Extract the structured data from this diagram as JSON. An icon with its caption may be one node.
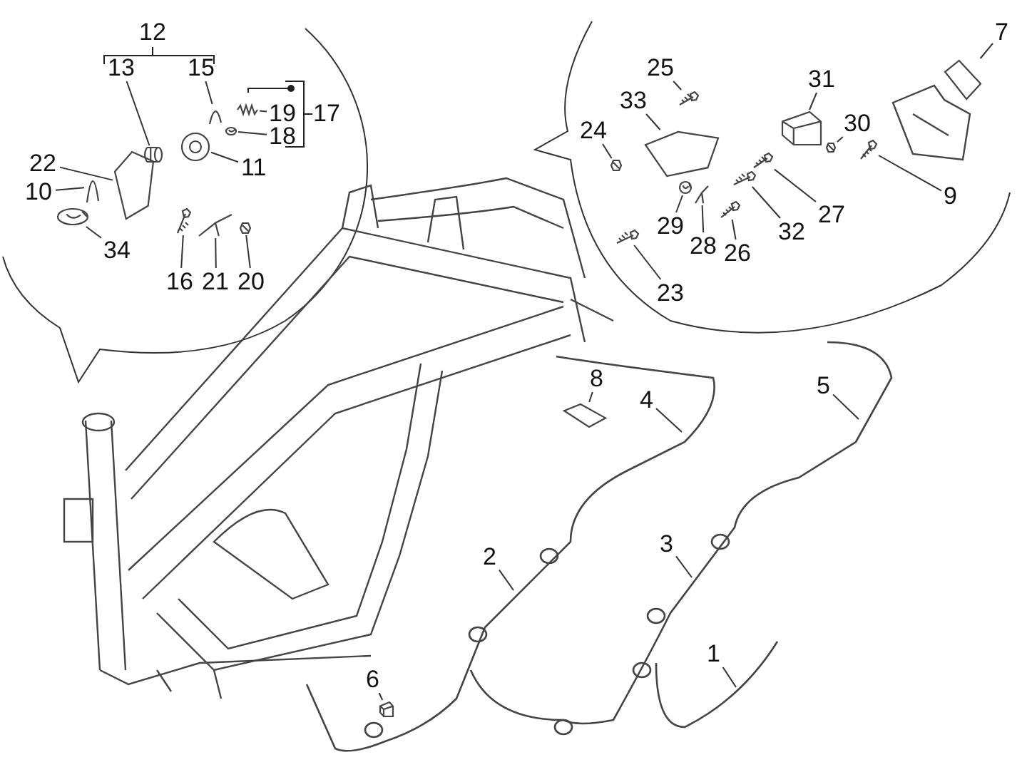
{
  "diagram": {
    "nodes": [
      {
        "text": [
          "13"
        ]
      },
      {
        "text": [
          "15"
        ]
      },
      {
        "text": [
          "19"
        ]
      },
      {
        "text": [
          "18"
        ]
      },
      {
        "text": [
          "11"
        ]
      },
      {
        "text": [
          "22"
        ]
      },
      {
        "text": [
          "10"
        ]
      },
      {
        "text": [
          "34"
        ]
      },
      {
        "text": [
          "16"
        ]
      },
      {
        "text": [
          "21"
        ]
      },
      {
        "text": [
          "20"
        ]
      },
      {
        "text": [
          "25"
        ]
      },
      {
        "text": [
          "33"
        ]
      },
      {
        "text": [
          "24"
        ]
      },
      {
        "text": [
          "31"
        ]
      },
      {
        "text": [
          "30"
        ]
      },
      {
        "text": [
          "7"
        ]
      },
      {
        "text": [
          "9"
        ]
      },
      {
        "text": [
          "27"
        ]
      },
      {
        "text": [
          "32"
        ]
      },
      {
        "text": [
          "29"
        ]
      },
      {
        "text": [
          "28"
        ]
      },
      {
        "text": [
          "26"
        ]
      },
      {
        "text": [
          "23"
        ]
      },
      {
        "text": [
          "8"
        ]
      },
      {
        "text": [
          "4"
        ]
      },
      {
        "text": [
          "5"
        ]
      },
      {
        "text": [
          "2"
        ]
      },
      {
        "text": [
          "3"
        ]
      },
      {
        "text": [
          "6"
        ]
      },
      {
        "text": [
          "1"
        ]
      },
      {
        "text": [],
        "shape": "picture"
      },
      {
        "text": [],
        "shape": "picture"
      },
      {
        "text": [],
        "shape": "picture"
      },
      {
        "text": [],
        "shape": "picture"
      },
      {
        "text": [],
        "shape": "picture"
      },
      {
        "text": [],
        "shape": "picture"
      },
      {
        "text": [],
        "shape": "picture"
      },
      {
        "text": [],
        "shape": "picture"
      },
      {
        "text": [],
        "shape": "picture"
      },
      {
        "text": [],
        "shape": "picture"
      },
      {
        "text": [],
        "shape": "picture"
      },
      {
        "text": [],
        "shape": "picture"
      },
      {
        "text": [],
        "shape": "picture"
      },
      {
        "text": [],
        "shape": "picture"
      },
      {
        "text": [],
        "shape": "picture"
      },
      {
        "text": [],
        "shape": "picture"
      },
      {
        "text": [],
        "shape": "picture"
      },
      {
        "text": [],
        "shape": "picture"
      },
      {
        "text": [],
        "shape": "picture"
      },
      {
        "text": [],
        "shape": "picture"
      },
      {
        "text": [],
        "shape": "picture"
      },
      {
        "text": [],
        "shape": "picture"
      },
      {
        "text": [],
        "shape": "picture"
      },
      {
        "text": [],
        "shape": "picture"
      },
      {
        "text": [],
        "shape": "picture"
      },
      {
        "text": [],
        "shape": "picture"
      }
    ],
    "edges": [
      {
        "from": 0,
        "to": 31,
        "arrow": "none"
      },
      {
        "from": 1,
        "to": 32,
        "arrow": "none"
      },
      {
        "from": 2,
        "to": 33,
        "arrow": "none"
      },
      {
        "from": 3,
        "to": 34,
        "arrow": "none"
      },
      {
        "from": 4,
        "to": 35,
        "arrow": "none"
      },
      {
        "from": 5,
        "to": 36,
        "arrow": "none"
      },
      {
        "from": 6,
        "to": 37,
        "arrow": "none"
      },
      {
        "from": 7,
        "to": 38,
        "arrow": "none"
      },
      {
        "from": 8,
        "to": 39,
        "arrow": "none"
      },
      {
        "from": 9,
        "to": 40,
        "arrow": "none"
      },
      {
        "from": 10,
        "to": 41,
        "arrow": "none"
      },
      {
        "from": 11,
        "to": 42,
        "arrow": "none"
      },
      {
        "from": 12,
        "to": 43,
        "arrow": "none"
      },
      {
        "from": 13,
        "to": 44,
        "arrow": "none"
      },
      {
        "from": 14,
        "to": 45,
        "arrow": "none"
      },
      {
        "from": 15,
        "to": 46,
        "arrow": "none"
      },
      {
        "from": 16,
        "to": 47,
        "arrow": "none"
      },
      {
        "from": 17,
        "to": 48,
        "arrow": "none"
      },
      {
        "from": 18,
        "to": 49,
        "arrow": "none"
      },
      {
        "from": 19,
        "to": 50,
        "arrow": "none"
      },
      {
        "from": 20,
        "to": 51,
        "arrow": "none"
      },
      {
        "from": 21,
        "to": 52,
        "arrow": "none"
      },
      {
        "from": 22,
        "to": 53,
        "arrow": "none"
      },
      {
        "from": 23,
        "to": 54,
        "arrow": "none"
      },
      {
        "from": 24,
        "to": 55,
        "arrow": "none"
      },
      {
        "from": 25,
        "to": null,
        "arrow": "none"
      },
      {
        "from": 26,
        "to": null,
        "arrow": "none"
      },
      {
        "from": 27,
        "to": null,
        "arrow": "none"
      },
      {
        "from": 28,
        "to": null,
        "arrow": "none"
      },
      {
        "from": 29,
        "to": 56,
        "arrow": "none"
      },
      {
        "from": 30,
        "to": null,
        "arrow": "none"
      }
    ],
    "labels": [
      "12",
      "17"
    ]
  }
}
